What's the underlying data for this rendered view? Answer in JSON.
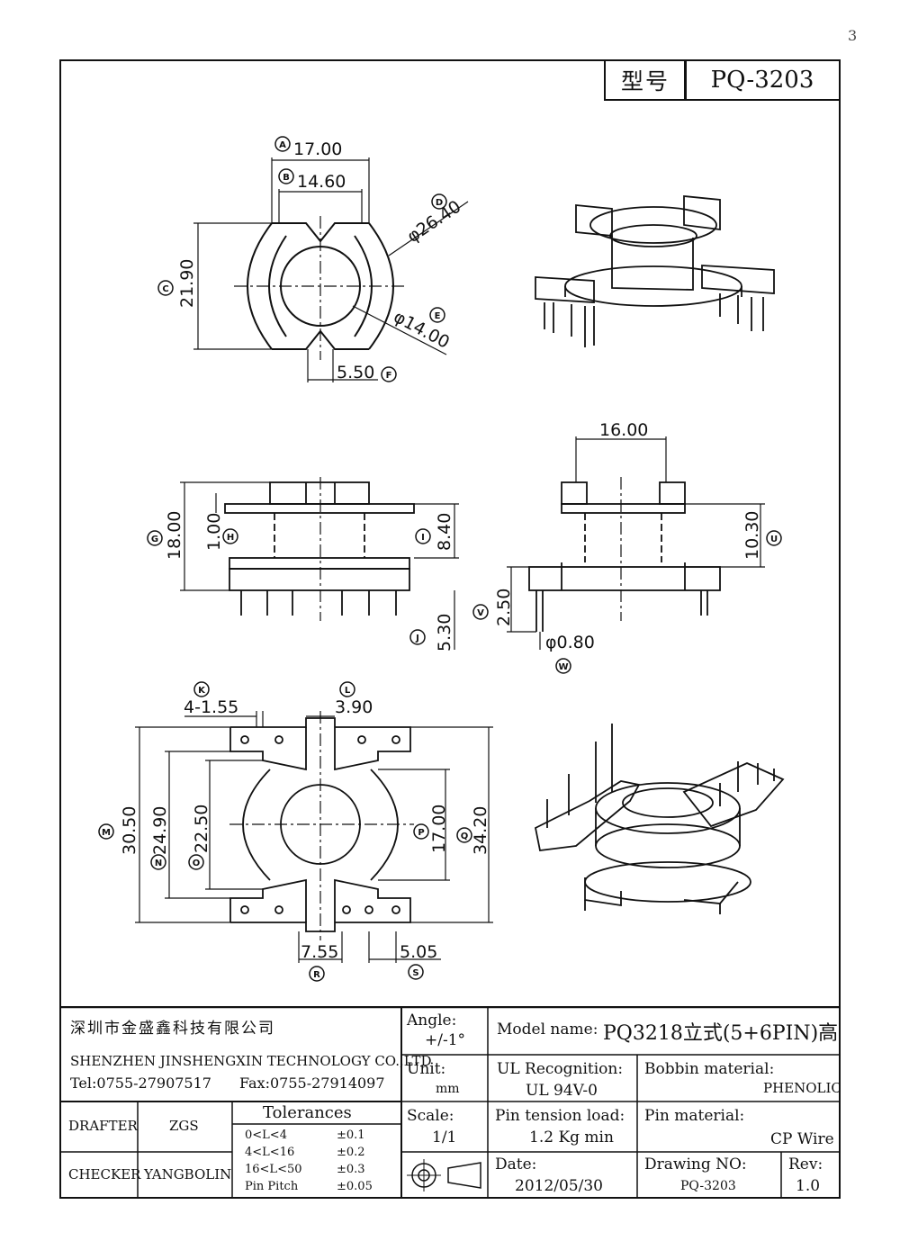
{
  "header": {
    "corner_mark": "3",
    "model_label": "型号",
    "model_value": "PQ-3203"
  },
  "top_view": {
    "dims": {
      "A": {
        "letter": "A",
        "value": "17.00"
      },
      "B": {
        "letter": "B",
        "value": "14.60"
      },
      "C": {
        "letter": "C",
        "value": "21.90"
      },
      "D": {
        "letter": "D",
        "value": "φ26.40"
      },
      "E": {
        "letter": "E",
        "value": "φ14.00"
      },
      "F": {
        "letter": "F",
        "value": "5.50"
      }
    }
  },
  "side_view": {
    "dims": {
      "G": {
        "letter": "G",
        "value": "18.00"
      },
      "H": {
        "letter": "H",
        "value": "1.00"
      },
      "I": {
        "letter": "I",
        "value": "8.40"
      },
      "J": {
        "letter": "J",
        "value": "5.30"
      }
    }
  },
  "end_view": {
    "dims": {
      "width": {
        "value": "16.00"
      },
      "U": {
        "letter": "U",
        "value": "10.30"
      },
      "V": {
        "letter": "V",
        "value": "2.50"
      },
      "W": {
        "letter": "W",
        "value": "φ0.80"
      }
    }
  },
  "bottom_view": {
    "dims": {
      "K": {
        "letter": "K",
        "value": "4-1.55"
      },
      "L": {
        "letter": "L",
        "value": "3.90"
      },
      "M": {
        "letter": "M",
        "value": "30.50"
      },
      "N": {
        "letter": "N",
        "value": "24.90"
      },
      "O": {
        "letter": "O",
        "value": "22.50"
      },
      "P": {
        "letter": "P",
        "value": "17.00"
      },
      "Q": {
        "letter": "Q",
        "value": "34.20"
      },
      "R": {
        "letter": "R",
        "value": "7.55"
      },
      "S": {
        "letter": "S",
        "value": "5.05"
      }
    }
  },
  "title_block": {
    "company_cn": "深圳市金盛鑫科技有限公司",
    "company_en": "SHENZHEN JINSHENGXIN TECHNOLOGY CO.,LTD",
    "tel": "Tel:0755-27907517",
    "fax": "Fax:0755-27914097",
    "angle_label": "Angle:",
    "angle_value": "+/-1°",
    "unit_label": "Unit:",
    "unit_value": "mm",
    "scale_label": "Scale:",
    "scale_value": "1/1",
    "model_name_label": "Model name:",
    "model_name_value": "PQ3218立式(5+6PIN)高",
    "ul_label": "UL Recognition:",
    "ul_value": "UL 94V-0",
    "bobbin_label": "Bobbin material:",
    "bobbin_value": "PHENOLIC",
    "pin_tension_label": "Pin tension load:",
    "pin_tension_value": "1.2 Kg min",
    "pin_material_label": "Pin material:",
    "pin_material_value": "CP Wire",
    "date_label": "Date:",
    "date_value": "2012/05/30",
    "drawing_no_label": "Drawing NO:",
    "drawing_no_value": "PQ-3203",
    "rev_label": "Rev:",
    "rev_value": "1.0",
    "drafter_label": "DRAFTER",
    "drafter_value": "ZGS",
    "checker_label": "CHECKER",
    "checker_value": "YANGBOLIN",
    "tolerances_title": "Tolerances",
    "tolerances": [
      {
        "range": "0<L<4",
        "value": "±0.1"
      },
      {
        "range": "4<L<16",
        "value": "±0.2"
      },
      {
        "range": "16<L<50",
        "value": "±0.3"
      },
      {
        "range": "Pin Pitch",
        "value": "±0.05"
      }
    ]
  }
}
